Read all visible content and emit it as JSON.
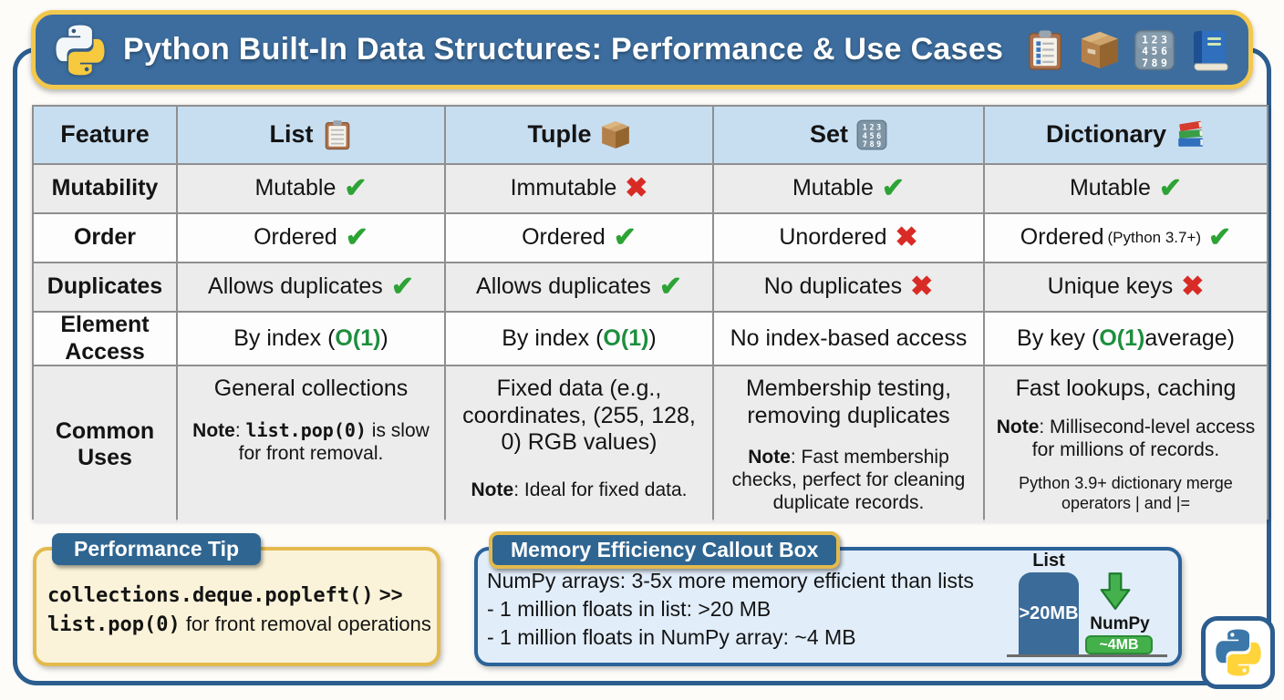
{
  "colors": {
    "banner_blue": "#3c6d9e",
    "gold_border": "#f2c84e",
    "frame_blue": "#2b5d8e",
    "table_header_bg": "#c7def1",
    "row_gray": "#ececec",
    "row_white": "#fdfdfd",
    "check_green": "#2da335",
    "cross_red": "#d92b26",
    "big_o_green": "#1e8e3e",
    "tip_fill": "#faf3d9",
    "memory_fill": "#e1edf9",
    "bar_blue": "#3a6b99",
    "bar_green": "#43b04a"
  },
  "header": {
    "title": "Python Built-In Data Structures: Performance & Use Cases",
    "icons": [
      "python-logo",
      "clipboard",
      "package",
      "numbers-grid",
      "blue-book"
    ]
  },
  "table": {
    "headers": {
      "feature": "Feature",
      "list": "List",
      "tuple": "Tuple",
      "set": "Set",
      "dictionary": "Dictionary"
    },
    "rows": {
      "mutability": {
        "label": "Mutability",
        "list": "Mutable",
        "list_mark": "✔",
        "tuple": "Immutable",
        "tuple_mark": "✖",
        "set": "Mutable",
        "set_mark": "✔",
        "dictionary": "Mutable",
        "dictionary_mark": "✔"
      },
      "order": {
        "label": "Order",
        "list": "Ordered",
        "list_mark": "✔",
        "tuple": "Ordered",
        "tuple_mark": "✔",
        "set": "Unordered",
        "set_mark": "✖",
        "dictionary": "Ordered",
        "dictionary_small": "(Python 3.7+)",
        "dictionary_mark": "✔"
      },
      "duplicates": {
        "label": "Duplicates",
        "list": "Allows duplicates",
        "list_mark": "✔",
        "tuple": "Allows duplicates",
        "tuple_mark": "✔",
        "set": "No duplicates",
        "set_mark": "✖",
        "dictionary": "Unique keys",
        "dictionary_mark": "✖"
      },
      "element_access": {
        "label": "Element Access",
        "list_pre": "By index (",
        "list_o": "O(1)",
        "list_post": ")",
        "tuple_pre": "By index (",
        "tuple_o": "O(1)",
        "tuple_post": ")",
        "set": "No index-based access",
        "dict_pre": "By key (",
        "dict_o": "O(1)",
        "dict_post": " average)"
      },
      "common_uses": {
        "label": "Common Uses",
        "list_main": "General collections",
        "list_note_label": "Note",
        "list_note_sep": ": ",
        "list_note_code": "list.pop(0)",
        "list_note_rest": " is slow for front removal.",
        "tuple_main": "Fixed data (e.g., coordinates, (255, 128, 0) RGB values)",
        "tuple_note_label": "Note",
        "tuple_note_rest": ": Ideal for fixed data.",
        "set_main": "Membership testing, removing duplicates",
        "set_note_label": "Note",
        "set_note_rest": ": Fast membership checks, perfect for cleaning duplicate records.",
        "dict_main": "Fast lookups, caching",
        "dict_note_label": "Note",
        "dict_note_rest": ": Millisecond-level access for millions of records.",
        "dict_extra": "Python 3.9+ dictionary merge operators | and |="
      }
    }
  },
  "performance_tip": {
    "tab": "Performance Tip",
    "line1_code": "collections.deque.popleft()",
    "line1_op": " >>",
    "line2_code": "list.pop(0)",
    "line2_rest": " for front removal operations"
  },
  "memory_box": {
    "tab": "Memory Efficiency Callout Box",
    "line1": "NumPy arrays: 3-5x more memory efficient than lists",
    "line2": "- 1 million floats in list: >20 MB",
    "line3": "- 1 million floats in NumPy array: ~4 MB",
    "chart_data": {
      "type": "bar",
      "categories": [
        "List",
        "NumPy"
      ],
      "values_mb": [
        20,
        4
      ],
      "bar_labels": [
        ">20MB",
        "~4MB"
      ],
      "bar_colors": [
        "#3a6b99",
        "#43b04a"
      ],
      "annotation": "green-down-arrow"
    }
  }
}
